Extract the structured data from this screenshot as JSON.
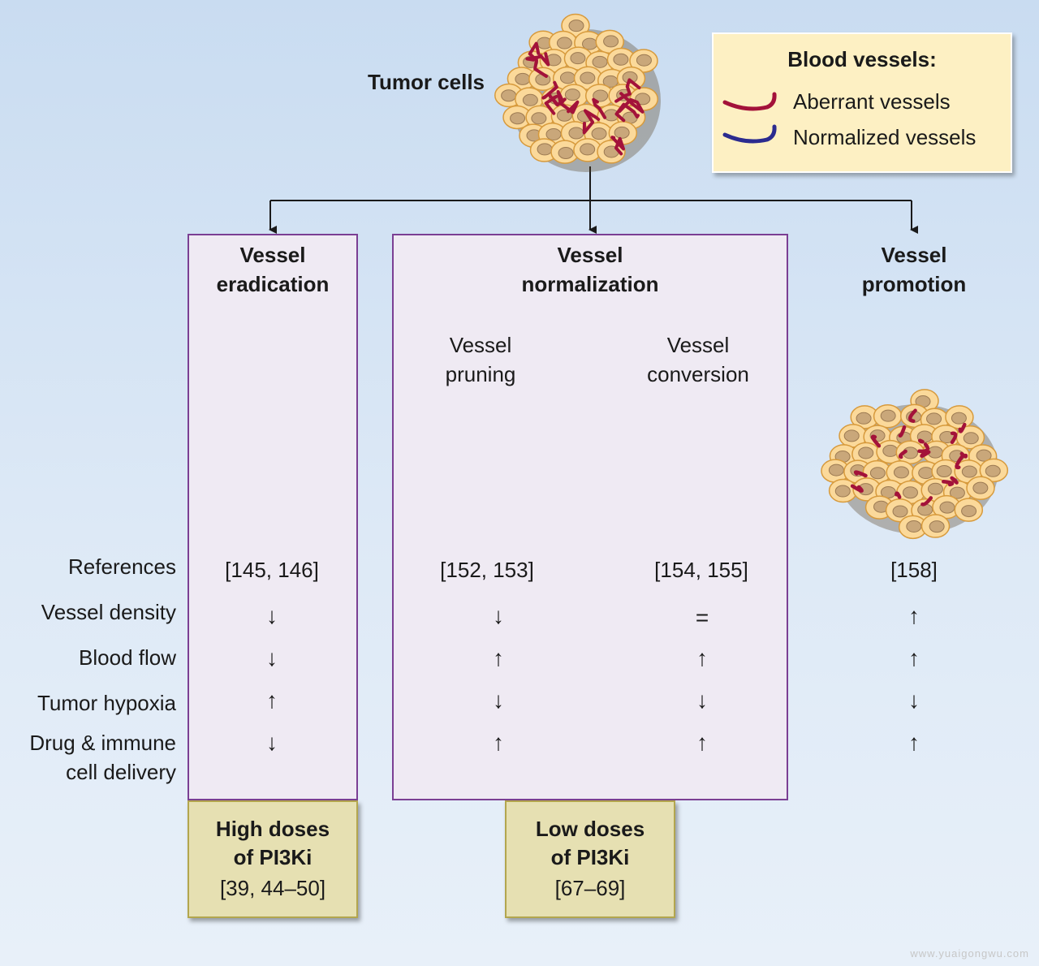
{
  "top": {
    "label": "Tumor cells"
  },
  "legend": {
    "title": "Blood vessels:",
    "items": [
      {
        "label": "Aberrant vessels",
        "color": "#a3123a"
      },
      {
        "label": "Normalized vessels",
        "color": "#2b2b8f"
      }
    ]
  },
  "branches": {
    "eradication": {
      "line1": "Vessel",
      "line2": "eradication"
    },
    "normalization": {
      "line1": "Vessel",
      "line2": "normalization",
      "pruning": {
        "line1": "Vessel",
        "line2": "pruning"
      },
      "conversion": {
        "line1": "Vessel",
        "line2": "conversion"
      }
    },
    "promotion": {
      "line1": "Vessel",
      "line2": "promotion"
    }
  },
  "row_labels": {
    "references": "References",
    "density": "Vessel density",
    "flow": "Blood flow",
    "hypoxia": "Tumor hypoxia",
    "delivery_1": "Drug & immune",
    "delivery_2": "cell delivery"
  },
  "columns": {
    "eradication": {
      "references": "[145, 146]",
      "density": "↓",
      "flow": "↓",
      "hypoxia": "↑",
      "delivery": "↓"
    },
    "pruning": {
      "references": "[152, 153]",
      "density": "↓",
      "flow": "↑",
      "hypoxia": "↓",
      "delivery": "↑"
    },
    "conversion": {
      "references": "[154, 155]",
      "density": "=",
      "flow": "↑",
      "hypoxia": "↓",
      "delivery": "↑"
    },
    "promotion": {
      "references": "[158]",
      "density": "↑",
      "flow": "↑",
      "hypoxia": "↓",
      "delivery": "↑"
    }
  },
  "doses": {
    "high": {
      "line1": "High doses",
      "line2": "of PI3Ki",
      "refs": "[39, 44–50]"
    },
    "low": {
      "line1": "Low doses",
      "line2": "of PI3Ki",
      "refs": "[67–69]"
    }
  },
  "watermark": "www.yuaigongwu.com",
  "colors": {
    "panel_border": "#7b3f93",
    "panel_fill": "#efeaf3",
    "dose_fill": "#e6e0b2",
    "cell_fill": "#fbd99a",
    "nucleus": "#c9a77a"
  }
}
